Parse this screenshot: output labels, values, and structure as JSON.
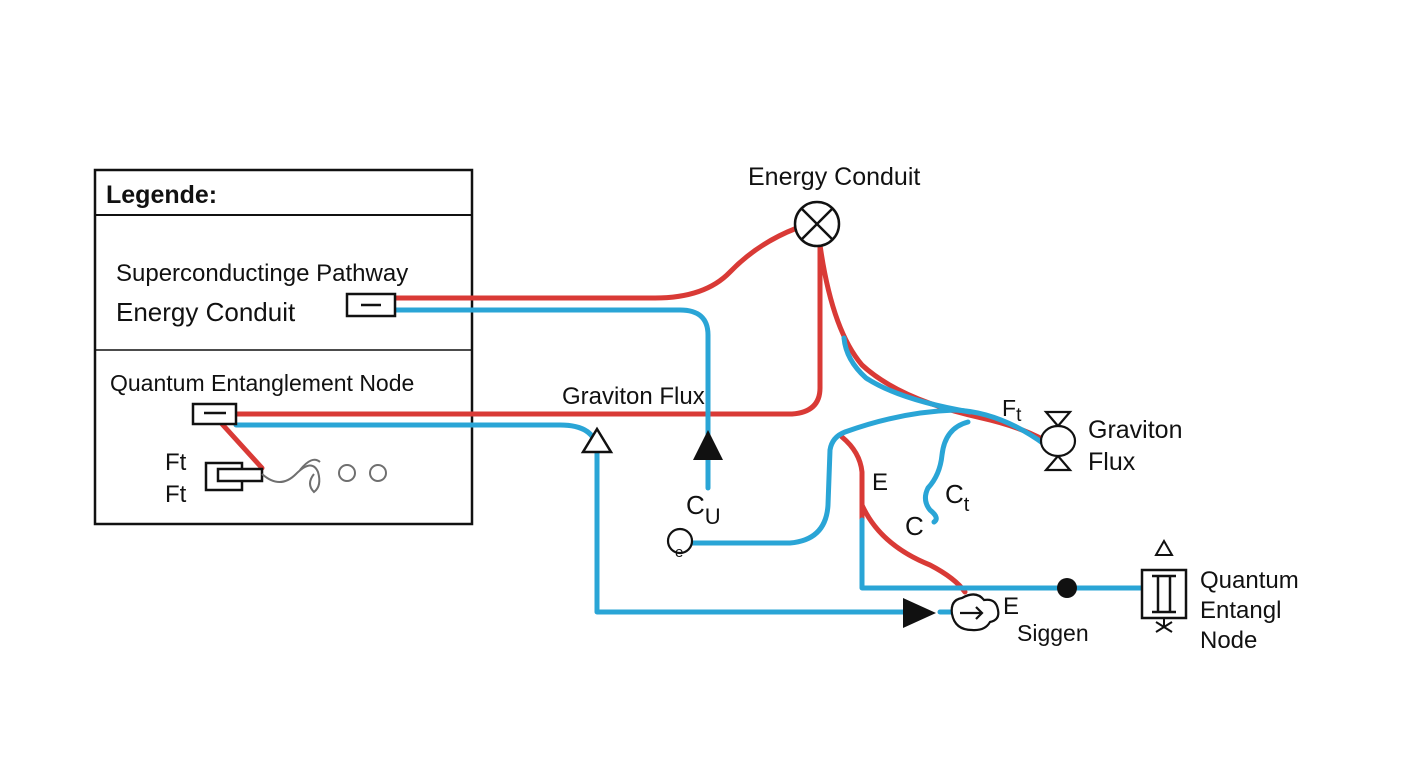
{
  "colors": {
    "red": "#d93a36",
    "blue": "#2aa5d6",
    "ink": "#111111",
    "gray": "#6f6f6f",
    "background": "#ffffff"
  },
  "legend": {
    "title": "Legende:",
    "superconducting_label": "Superconductinge Pathway",
    "energy_label": "Energy Conduit",
    "quantum_label": "Quantum Entanglement Node",
    "ft_label_1": "Ft",
    "ft_label_2": "Ft"
  },
  "diagram": {
    "energy_conduit_title": "Energy Conduit",
    "graviton_flux_label": "Graviton Flux",
    "cu_c": "C",
    "cu_u": "U",
    "e_small": "e",
    "ft_f": "F",
    "ft_t": "t",
    "graviton_line1": "Graviton",
    "graviton_line2": "Flux",
    "e_label": "E",
    "c_label": "C",
    "ct_c": "C",
    "ct_t": "t",
    "e_siggen": "E",
    "siggen": "Siggen",
    "quantum_line1": "Quantum",
    "quantum_line2": "Entangl",
    "quantum_line3": "Node"
  },
  "icons": {
    "crossed_circle": "crossed-circle-icon",
    "valve": "valve-icon",
    "triangle": "triangle-icon",
    "arrow": "arrow-head-icon",
    "node": "junction-dot-icon",
    "capacitor": "capacitor-box-icon"
  }
}
